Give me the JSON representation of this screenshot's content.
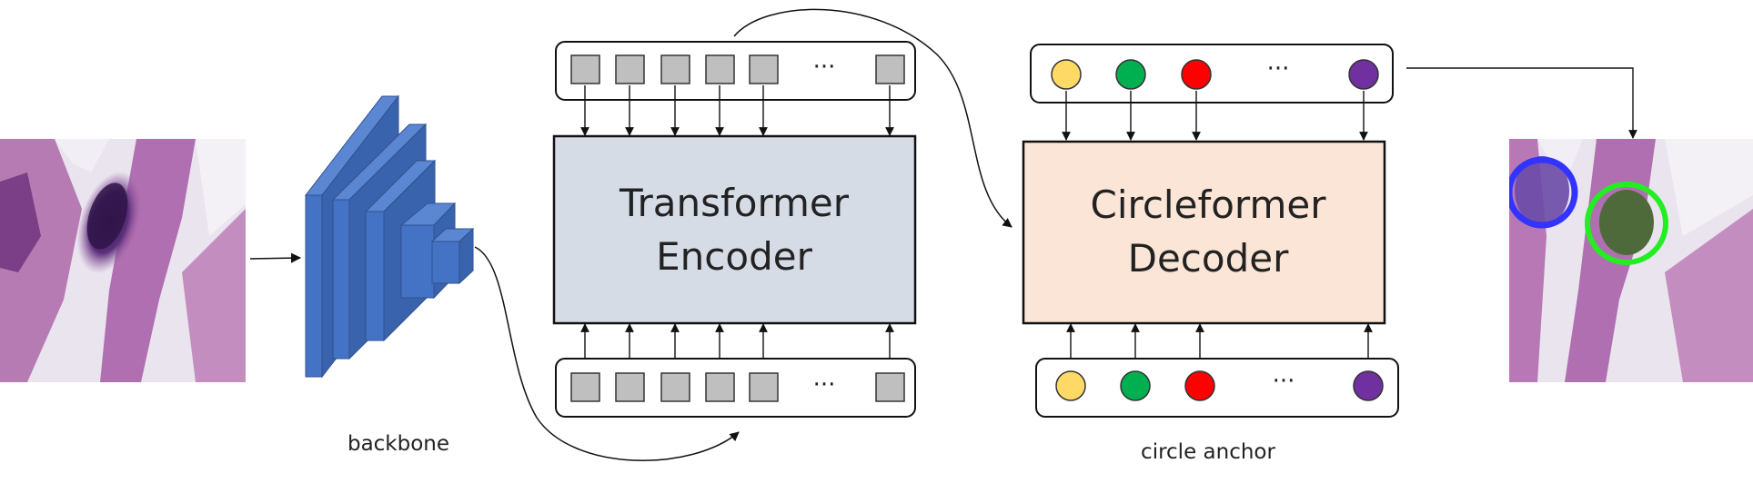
{
  "labels": {
    "backbone": "backbone",
    "encoder_line1": "Transformer",
    "encoder_line2": "Encoder",
    "decoder_line1": "Circleformer",
    "decoder_line2": "Decoder",
    "circle_anchor": "circle anchor",
    "ellipsis": "···"
  },
  "colors": {
    "encoder_fill": "#d6dce6",
    "decoder_fill": "#fbe5d6",
    "backbone_blue": "#4472c4",
    "token_gray": "#bfbfbf",
    "anchor_yellow": "#ffd966",
    "anchor_green": "#00b050",
    "anchor_red": "#ff0000",
    "anchor_purple": "#7030a0",
    "detection_blue": "#3333ff",
    "detection_green": "#22ee22"
  },
  "icons": [
    "input-image",
    "backbone-cnn-icon",
    "output-image-with-circles"
  ]
}
